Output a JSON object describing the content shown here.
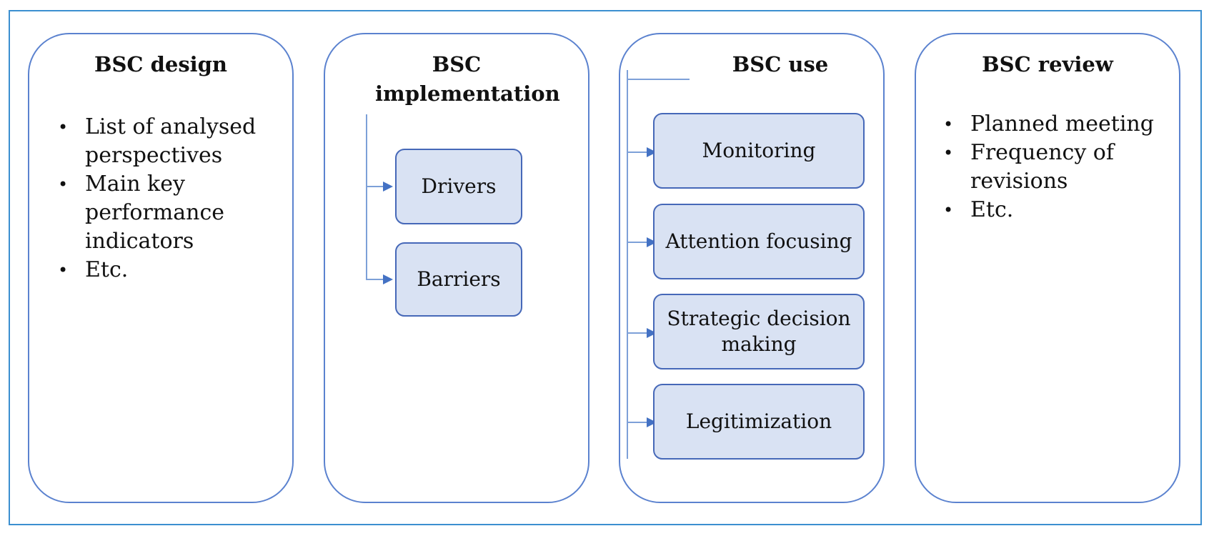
{
  "stages": [
    {
      "title": "BSC design",
      "bullets": [
        "List of analysed perspectives",
        "Main key performance indicators",
        "Etc."
      ]
    },
    {
      "title": "BSC implementation",
      "boxes": [
        "Drivers",
        "Barriers"
      ]
    },
    {
      "title": "BSC use",
      "boxes": [
        "Monitoring",
        "Attention focusing",
        "Strategic decision making",
        "Legitimization"
      ]
    },
    {
      "title": "BSC review",
      "bullets": [
        "Planned meeting",
        "Frequency of revisions",
        "Etc."
      ]
    }
  ],
  "bullet_symbol": "•",
  "colors": {
    "frame": "#3b8fd0",
    "panel_border": "#5b82cf",
    "box_fill": "#d9e2f3",
    "box_border": "#4668b8",
    "arrow": "#4472c4"
  }
}
